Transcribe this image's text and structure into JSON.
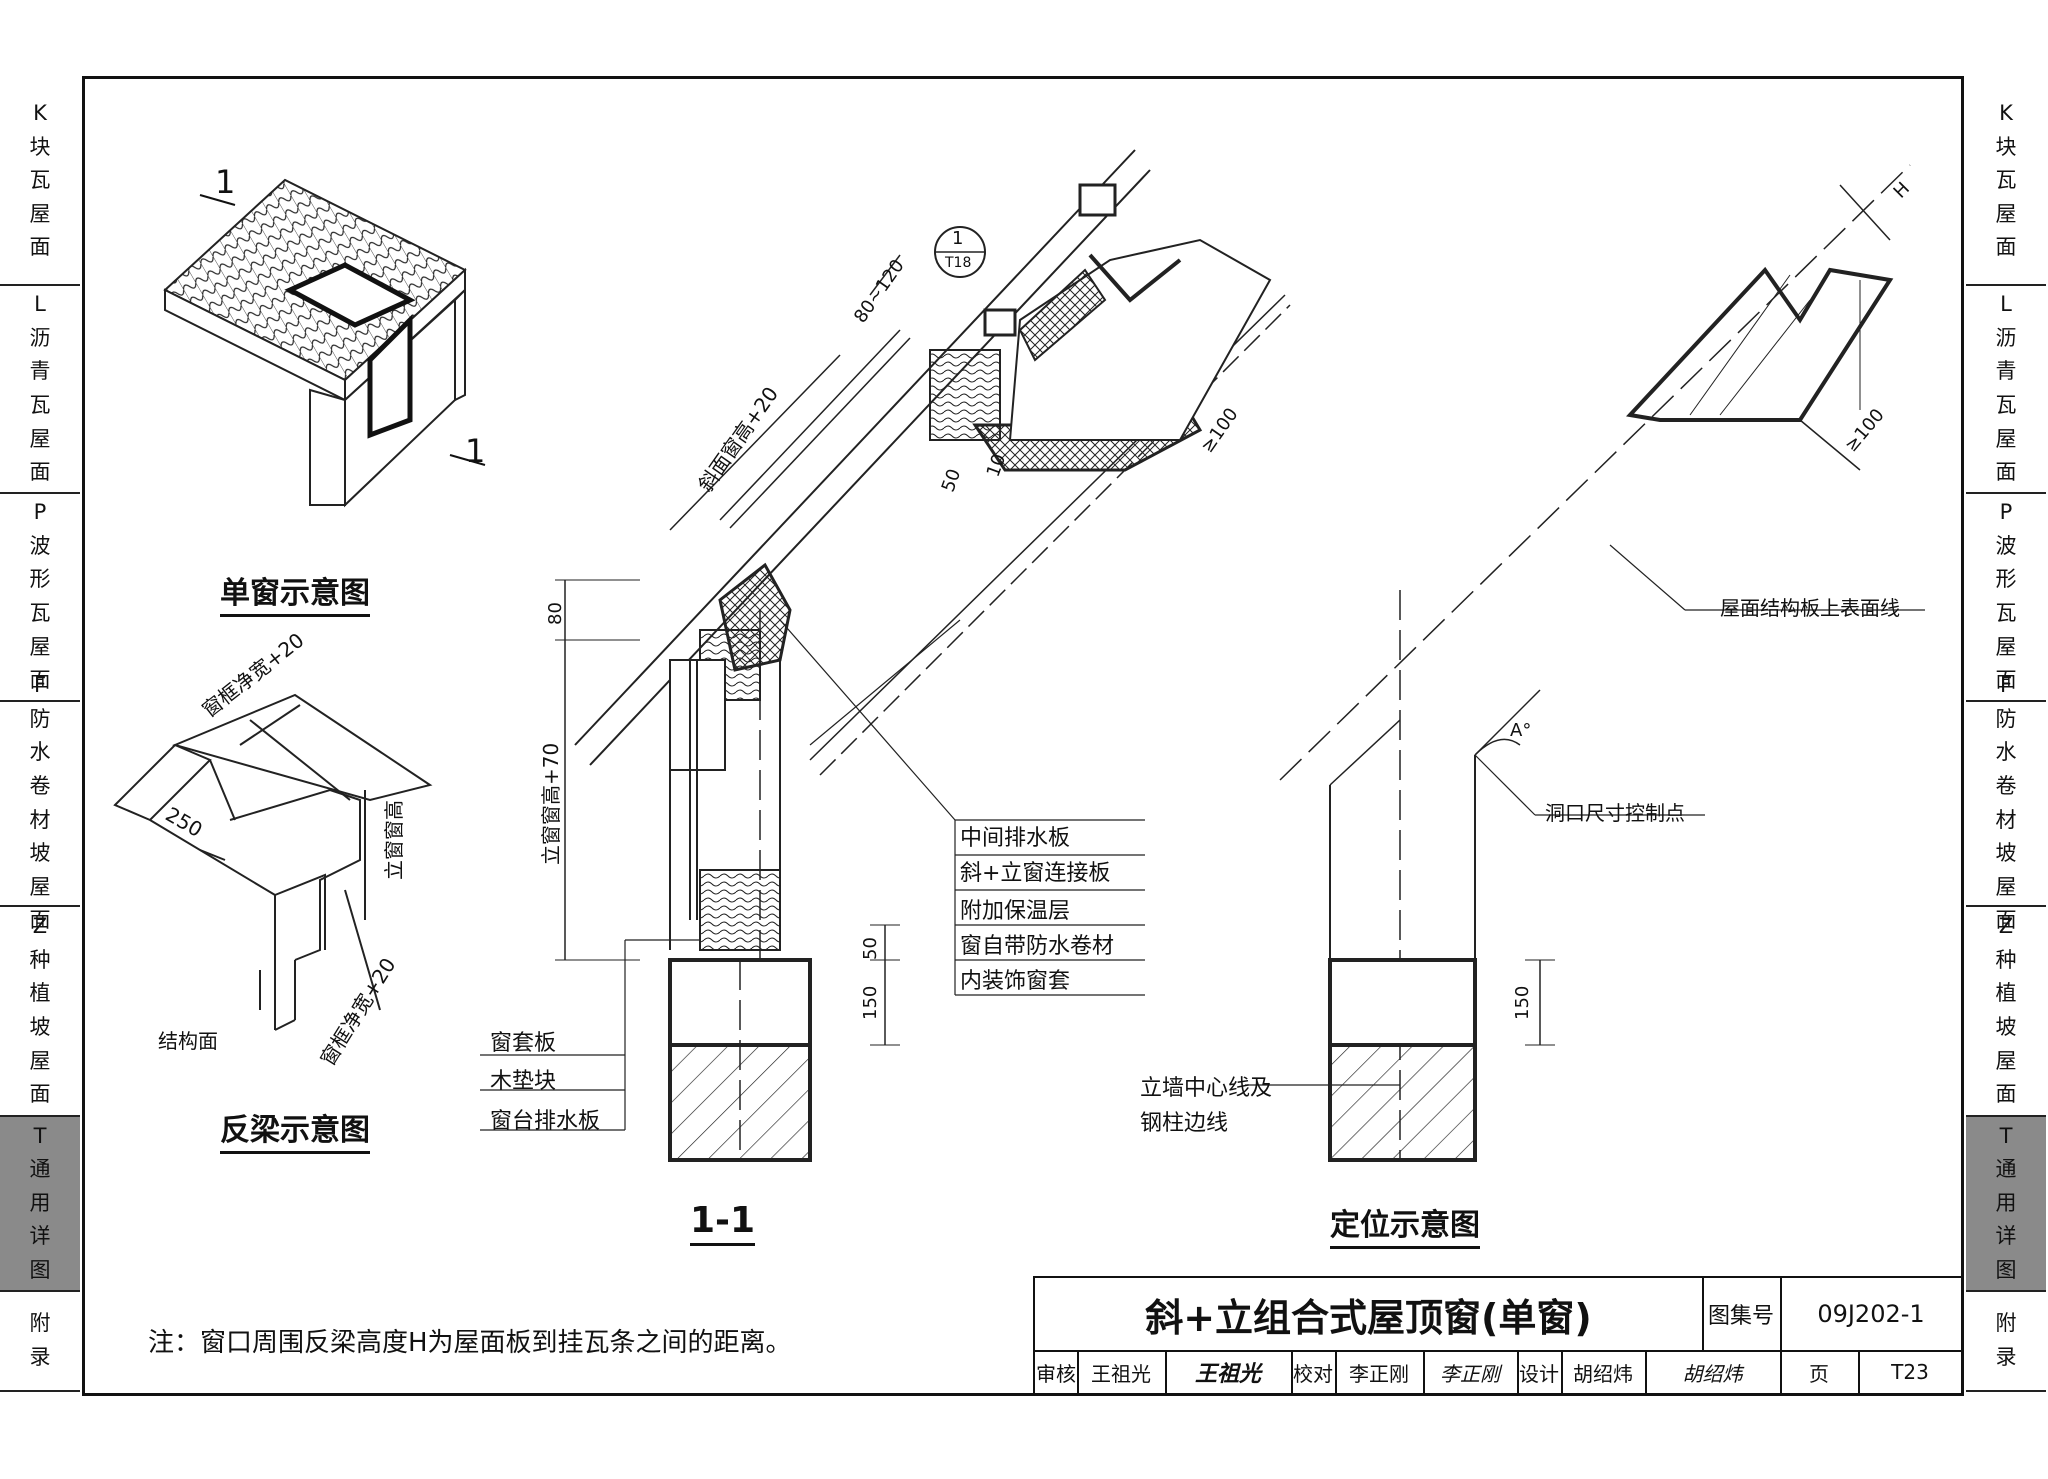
{
  "sidebar": {
    "tabs": [
      {
        "code": "K",
        "chars": [
          "块",
          "瓦",
          "屋",
          "面"
        ]
      },
      {
        "code": "L",
        "chars": [
          "沥",
          "青",
          "瓦",
          "屋",
          "面"
        ]
      },
      {
        "code": "P",
        "chars": [
          "波",
          "形",
          "瓦",
          "屋",
          "面"
        ]
      },
      {
        "code": "F",
        "chars": [
          "防",
          "水",
          "卷",
          "材",
          "坡",
          "屋",
          "面"
        ]
      },
      {
        "code": "Z",
        "chars": [
          "种",
          "植",
          "坡",
          "屋",
          "面"
        ]
      },
      {
        "code": "T",
        "chars": [
          "通",
          "用",
          "详",
          "图"
        ],
        "active": true
      },
      {
        "code": "",
        "chars": [
          "附",
          "录"
        ]
      }
    ]
  },
  "section_mark": "1",
  "captions": {
    "single_window": "单窗示意图",
    "reverse_beam": "反梁示意图",
    "section": "1-1",
    "positioning": "定位示意图"
  },
  "beam_labels": {
    "frame_width_top": "窗框净宽+20",
    "dim_250": "250",
    "vertical_height": "立窗窗高",
    "frame_width_bottom": "窗框净宽+20",
    "structure_face": "结构面"
  },
  "section_labels": {
    "slope_height": "斜面窗高+20",
    "dim_80_120": "80~120",
    "detail_ref_top": "1",
    "detail_ref_bottom": "T18",
    "dim_50": "50",
    "dim_10": "10",
    "dim_ge100": "≥100",
    "dim_80": "80",
    "vertical_height": "立窗窗高+70",
    "dim_50b": "50",
    "dim_150": "150",
    "callouts": [
      "中间排水板",
      "斜+立窗连接板",
      "附加保温层",
      "窗自带防水卷材",
      "内装饰窗套"
    ],
    "left_callouts": [
      "窗套板",
      "木垫块",
      "窗台排水板"
    ]
  },
  "position_labels": {
    "dim_H": "H",
    "dim_ge100": "≥100",
    "roof_line": "屋面结构板上表面线",
    "angle": "A°",
    "control_point": "洞口尺寸控制点",
    "dim_150": "150",
    "wall_center_1": "立墙中心线及",
    "wall_center_2": "钢柱边线"
  },
  "note": "注：窗口周围反梁高度H为屋面板到挂瓦条之间的距离。",
  "title_block": {
    "title": "斜+立组合式屋顶窗(单窗)",
    "atlas_label": "图集号",
    "atlas_no": "09J202-1",
    "review_label": "审核",
    "reviewer": "王祖光",
    "reviewer_sign": "王祖光",
    "check_label": "校对",
    "checker": "李正刚",
    "checker_sign": "李正刚",
    "design_label": "设计",
    "designer": "胡绍炜",
    "designer_sign": "胡绍炜",
    "page_label": "页",
    "page_no": "T23"
  }
}
